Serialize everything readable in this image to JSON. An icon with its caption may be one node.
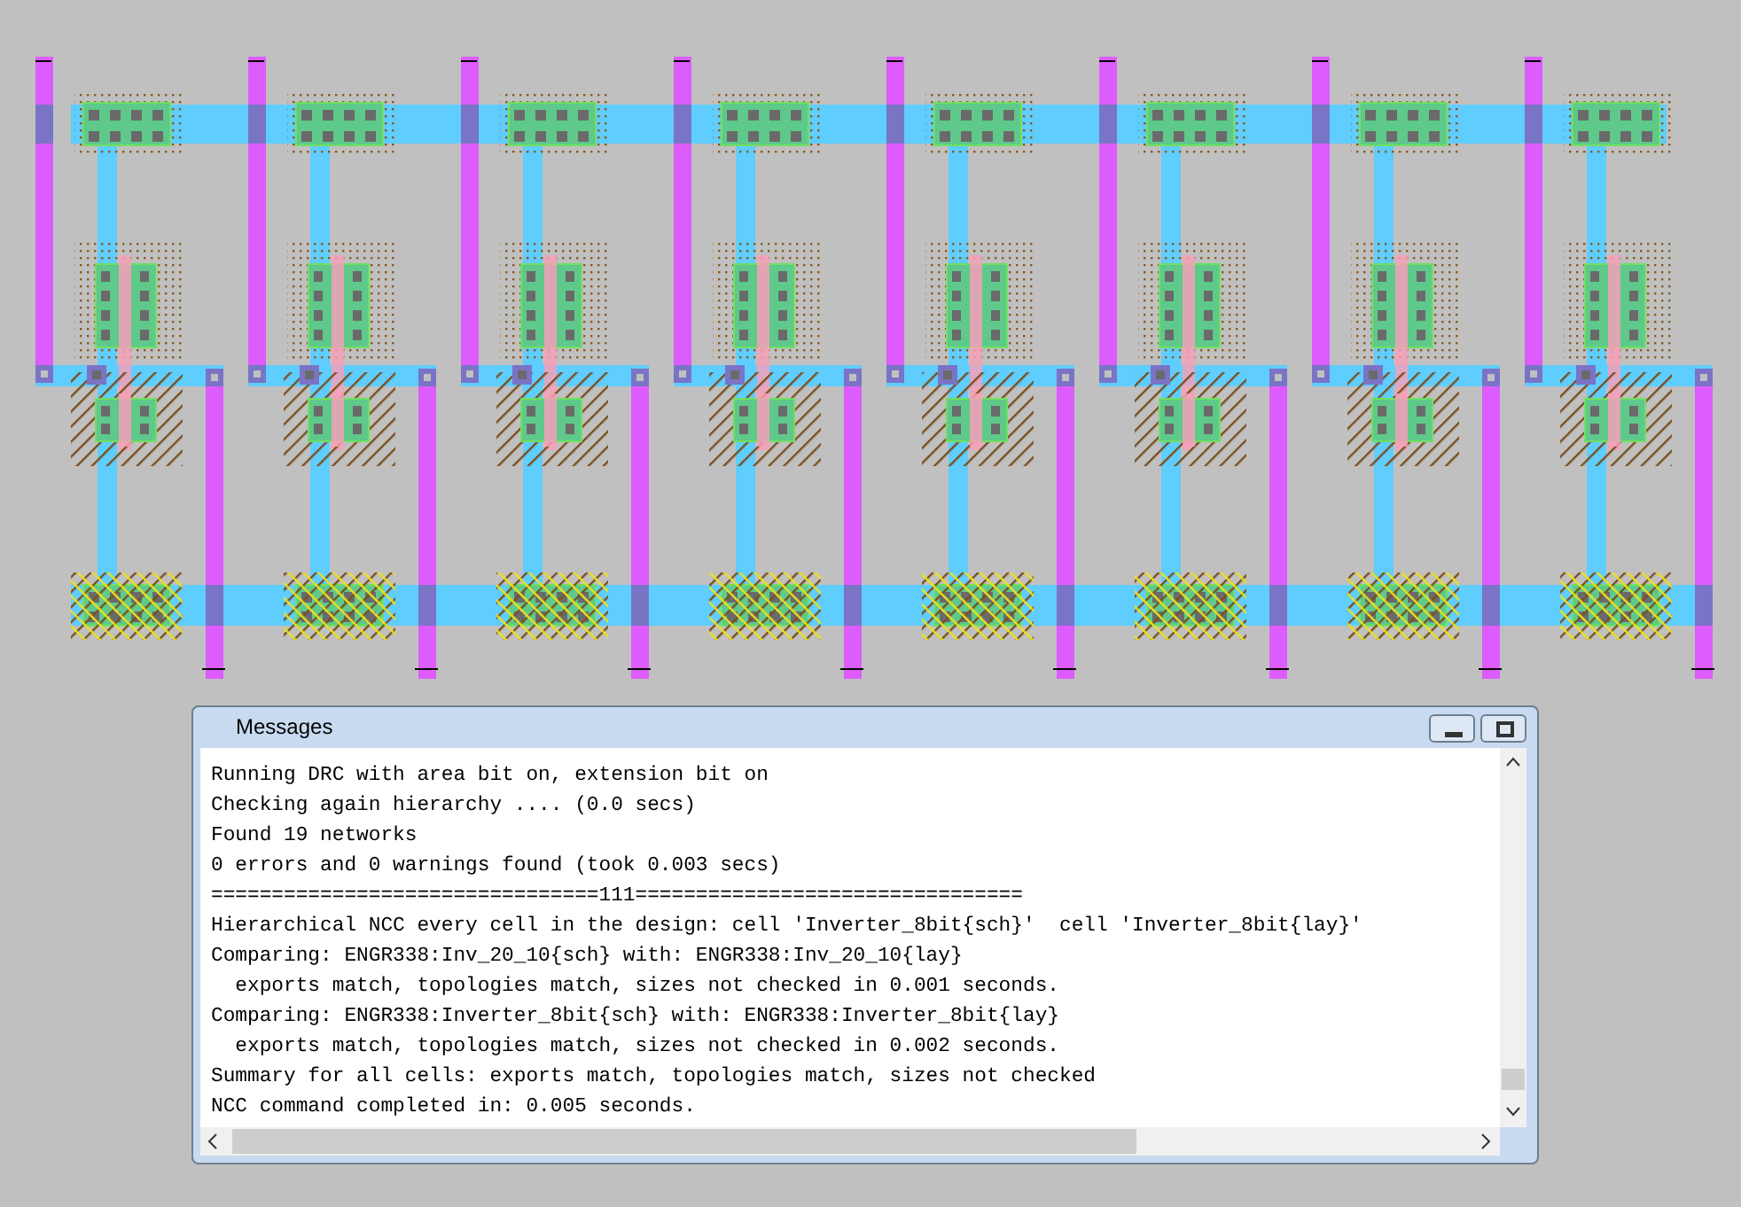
{
  "diagram": {
    "labels": [
      "Messages",
      "Running DRC with area bit on, extension bit on",
      "Checking again hierarchy .... (0.0 secs)",
      "Found 19 networks",
      "0 errors and 0 warnings found (took 0.003 secs)",
      "================================111================================",
      "Hierarchical NCC every cell in the design: cell 'Inverter_8bit{sch}'  cell 'Inverter_8bit{lay}'",
      "Comparing: ENGR338:Inv_20_10{sch} with: ENGR338:Inv_20_10{lay}",
      "  exports match, topologies match, sizes not checked in 0.001 seconds.",
      "Comparing: ENGR338:Inverter_8bit{sch} with: ENGR338:Inverter_8bit{lay}",
      "  exports match, topologies match, sizes not checked in 0.002 seconds.",
      "Summary for all cells: exports match, topologies match, sizes not checked",
      "NCC command completed in: 0.005 seconds."
    ]
  }
}
